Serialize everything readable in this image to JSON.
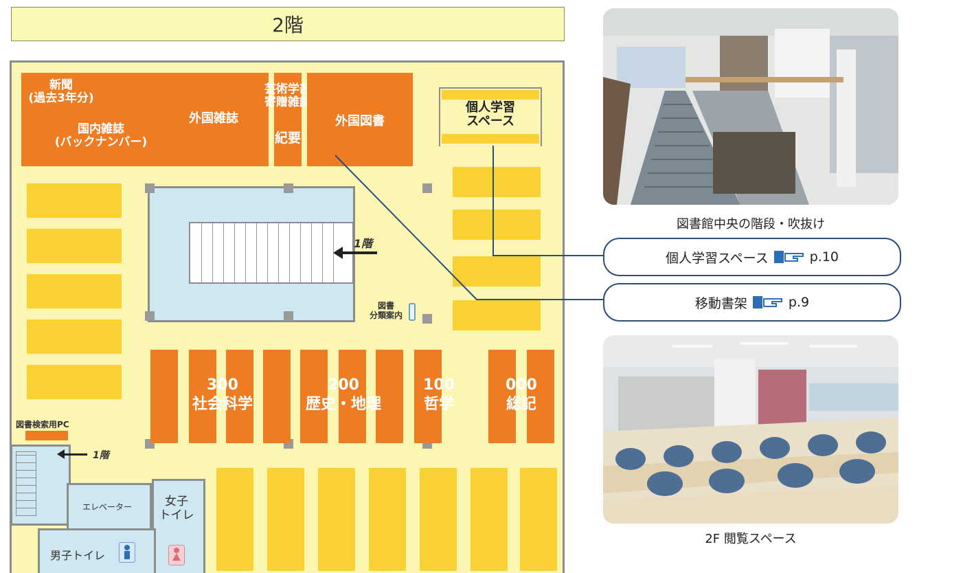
{
  "floor_title": "2階",
  "areas": {
    "newspaper": "新聞\n(過去3年分)",
    "domestic_magazines": "国内雑誌\n(バックナンバー)",
    "foreign_magazines": "外国雑誌",
    "arts_donated": "芸術学部\n寄贈雑誌",
    "bulletin": "紀要",
    "foreign_books": "外国図書",
    "study_space": "個人学習\nスペース",
    "first_floor": "1階",
    "classification_guide": "図書\n分類案内",
    "search_pc": "図書検索用PC",
    "elevator": "エレベーター",
    "womens_toilet": "女子\nトイレ",
    "mens_toilet": "男子トイレ"
  },
  "shelves": [
    {
      "code": "300",
      "name": "社会科学"
    },
    {
      "code": "200",
      "name": "歴史・地理"
    },
    {
      "code": "100",
      "name": "哲学"
    },
    {
      "code": "000",
      "name": "総記"
    }
  ],
  "photo_captions": {
    "central_stairs": "図書館中央の階段・吹抜け",
    "reading_space": "2F 閲覧スペース"
  },
  "references": [
    {
      "label": "個人学習スペース",
      "page": "p.10"
    },
    {
      "label": "移動書架",
      "page": "p.9"
    }
  ],
  "colors": {
    "orange": "#ee7c22",
    "yellow": "#fad132",
    "pale_yellow": "#fbf7b3",
    "light_blue": "#cfe7f0",
    "line_blue": "#2b4c7e"
  }
}
